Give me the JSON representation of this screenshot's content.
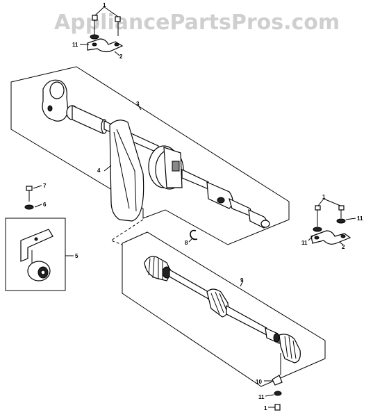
{
  "watermark": "AppliancePartsPros.com",
  "labels": {
    "top_bracket_screw": "1",
    "top_bracket_washer": "11",
    "top_bracket_clamp": "2",
    "shaft_assembly_upper": "3",
    "belt": "4",
    "pulley_bracket_assembly": "5",
    "snap_ring": "8",
    "shaft_assembly_lower": "9",
    "bottom_washer": "10",
    "bottom_washer_2": "11",
    "bottom_screw": "1",
    "screw_7": "7",
    "washer_6": "6",
    "right_bracket_screw": "1",
    "right_bracket_washer_left": "11",
    "right_bracket_washer_right": "11",
    "right_bracket_clamp": "2"
  }
}
